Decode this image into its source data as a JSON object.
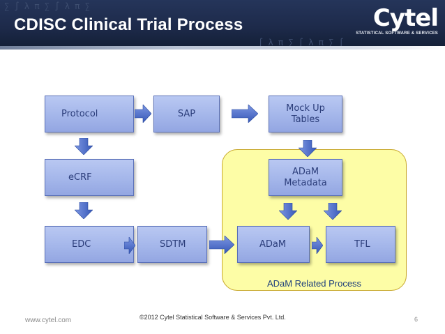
{
  "header": {
    "title": "CDISC Clinical Trial Process",
    "logo_text": "Cytel",
    "logo_tagline": "STATISTICAL SOFTWARE & SERVICES"
  },
  "boxes": {
    "protocol": "Protocol",
    "sap": "SAP",
    "mockup_line1": "Mock Up",
    "mockup_line2": "Tables",
    "ecrf": "eCRF",
    "adam_meta_line1": "ADaM",
    "adam_meta_line2": "Metadata",
    "edc": "EDC",
    "sdtm": "SDTM",
    "adam": "ADaM",
    "tfl": "TFL"
  },
  "region_label": "ADaM Related Process",
  "footer": {
    "website": "www.cytel.com",
    "copyright": "©2012 Cytel Statistical Software & Services Pvt. Ltd.",
    "page_number": "6"
  },
  "colors": {
    "header_bg": "#1d2a4a",
    "box_fill": "#a4b6ea",
    "box_text": "#2b3d7a",
    "arrow_fill": "#4a6ccf",
    "region_fill": "#fdfda6",
    "region_border": "#c8a82a"
  }
}
